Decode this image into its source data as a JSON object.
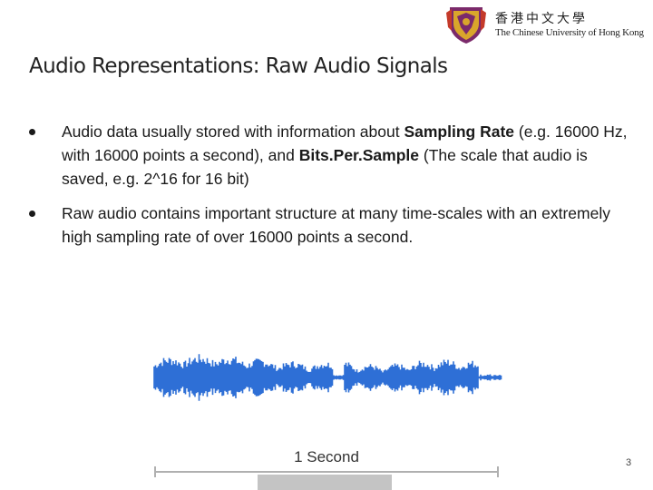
{
  "logo": {
    "chinese_name": "香港中文大學",
    "english_name": "The Chinese University of Hong Kong",
    "crest_icon": "cuhk-crest-icon"
  },
  "slide": {
    "title": "Audio Representations: Raw Audio Signals",
    "bullets": [
      {
        "before": "Audio data usually stored with information about ",
        "bold1": "Sampling Rate",
        "middle": " (e.g. 16000 Hz, with 16000 points a second), and ",
        "bold2": "Bits.Per.Sample",
        "after": " (The scale that audio is saved, e.g. 2^16 for 16 bit)"
      },
      {
        "text": "Raw audio contains important structure at many time-scales with an extremely high sampling rate of over 16000 points a second."
      }
    ],
    "waveform": {
      "color": "#2e6fd6"
    },
    "scale_label": "1 Second",
    "page_number": "3"
  }
}
